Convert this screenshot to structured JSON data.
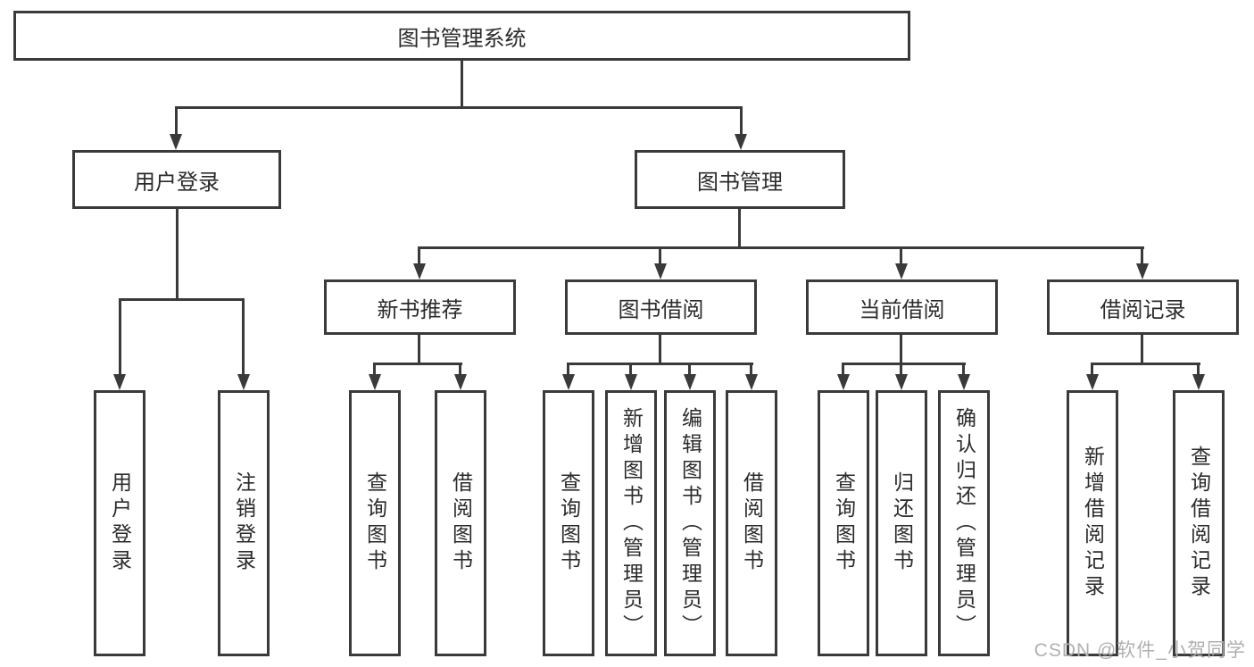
{
  "diagram": {
    "root": {
      "label": "图书管理系统"
    },
    "children": [
      {
        "label": "用户登录",
        "children": [
          {
            "label": "用户登录"
          },
          {
            "label": "注销登录"
          }
        ]
      },
      {
        "label": "图书管理",
        "children": [
          {
            "label": "新书推荐",
            "children": [
              {
                "label": "查询图书"
              },
              {
                "label": "借阅图书"
              }
            ]
          },
          {
            "label": "图书借阅",
            "children": [
              {
                "label": "查询图书"
              },
              {
                "label": "新增图书（管理员）"
              },
              {
                "label": "编辑图书（管理员）"
              },
              {
                "label": "借阅图书"
              }
            ]
          },
          {
            "label": "当前借阅",
            "children": [
              {
                "label": "查询图书"
              },
              {
                "label": "归还图书"
              },
              {
                "label": "确认归还（管理员）"
              }
            ]
          },
          {
            "label": "借阅记录",
            "children": [
              {
                "label": "新增借阅记录"
              },
              {
                "label": "查询借阅记录"
              }
            ]
          }
        ]
      }
    ]
  },
  "watermark": {
    "label": "CSDN @软件_小贺同学"
  },
  "colors": {
    "line": "#3a3a3a",
    "text": "#2b2b2b",
    "background": "#ffffff",
    "watermark": "#b0b0b0"
  }
}
